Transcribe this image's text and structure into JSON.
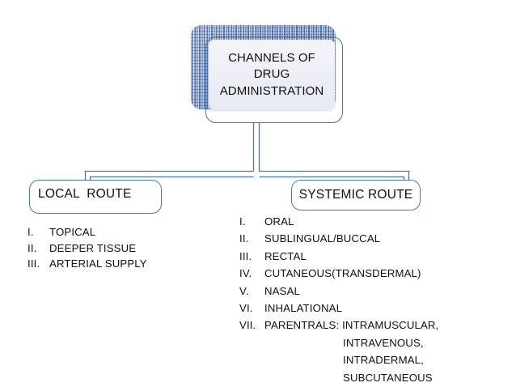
{
  "diagram": {
    "root": {
      "title": "CHANNELS OF\nDRUG\nADMINISTRATION"
    },
    "branches": [
      {
        "label": "LOCAL  ROUTE",
        "items": [
          {
            "num": "I.",
            "text": "TOPICAL"
          },
          {
            "num": "II.",
            "text": "DEEPER TISSUE"
          },
          {
            "num": "III.",
            "text": "ARTERIAL SUPPLY"
          }
        ]
      },
      {
        "label": "SYSTEMIC ROUTE",
        "items": [
          {
            "num": "I.",
            "text": "ORAL"
          },
          {
            "num": "II.",
            "text": "SUBLINGUAL/BUCCAL"
          },
          {
            "num": "III.",
            "text": "RECTAL"
          },
          {
            "num": "IV.",
            "text": "CUTANEOUS(TRANSDERMAL)"
          },
          {
            "num": "V.",
            "text": "NASAL"
          },
          {
            "num": "VI.",
            "text": "INHALATIONAL"
          },
          {
            "num": "VII.",
            "text": "PARENTRALS: INTRAMUSCULAR,"
          }
        ],
        "continuation": [
          "INTRAVENOUS,",
          "INTRADERMAL,",
          "SUBCUTANEOUS"
        ]
      }
    ]
  },
  "colors": {
    "connector": "#4a77b4",
    "box_border": "#4a77b4",
    "texture_blue": "#7d97c4",
    "text": "#101010",
    "background": "#ffffff"
  }
}
